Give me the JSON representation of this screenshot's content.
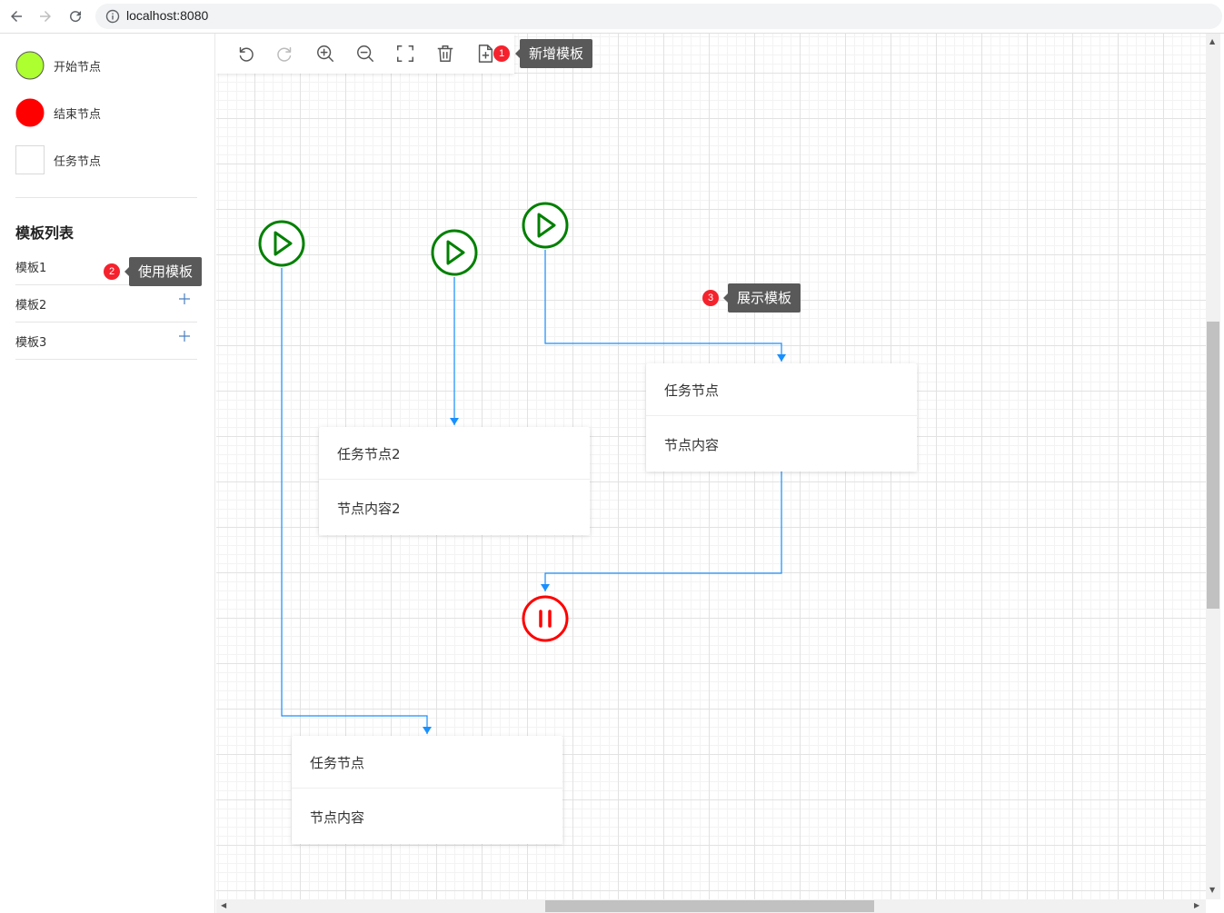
{
  "browser": {
    "url": "localhost:8080",
    "icons": [
      "back-arrow-icon",
      "forward-arrow-icon",
      "reload-icon",
      "info-icon"
    ]
  },
  "sidebar": {
    "palette": [
      {
        "label": "开始节点",
        "shape": "circle",
        "color": "#adff2f"
      },
      {
        "label": "结束节点",
        "shape": "circle",
        "color": "#ff0000"
      },
      {
        "label": "任务节点",
        "shape": "rect",
        "color": "#ffffff"
      }
    ],
    "template_title": "模板列表",
    "templates": [
      {
        "label": "模板1"
      },
      {
        "label": "模板2"
      },
      {
        "label": "模板3"
      }
    ]
  },
  "toolbar": {
    "buttons": [
      "undo-icon",
      "redo-icon",
      "zoom-in-icon",
      "zoom-out-icon",
      "fit-view-icon",
      "delete-icon",
      "add-template-icon"
    ]
  },
  "tips": [
    {
      "badge": "1",
      "text": "新增模板"
    },
    {
      "badge": "2",
      "text": "使用模板"
    },
    {
      "badge": "3",
      "text": "展示模板"
    }
  ],
  "graph": {
    "task_nodes": [
      {
        "title": "任务节点2",
        "content": "节点内容2"
      },
      {
        "title": "任务节点",
        "content": "节点内容"
      },
      {
        "title": "任务节点",
        "content": "节点内容"
      }
    ],
    "colors": {
      "start": "#008000",
      "end": "#ff0000",
      "edge": "#1890ff"
    }
  }
}
